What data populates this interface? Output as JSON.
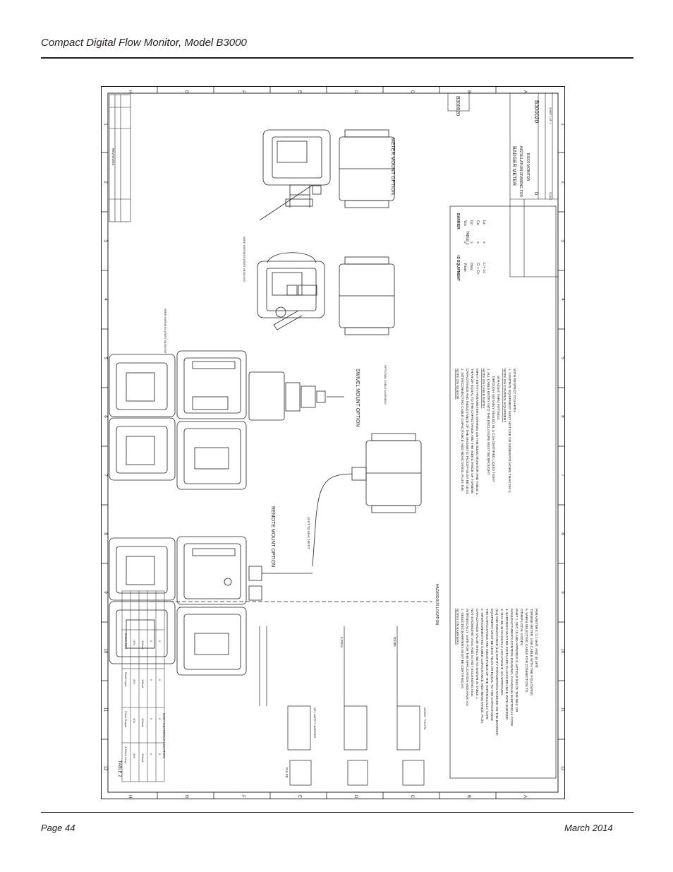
{
  "header": {
    "title": "Compact Digital Flow Monitor, Model B3000"
  },
  "footer": {
    "page": "Page 44",
    "date": "March 2014"
  },
  "drawing": {
    "border_letters": [
      "H",
      "G",
      "F",
      "E",
      "D",
      "C",
      "B",
      "A"
    ],
    "border_numbers": [
      "1",
      "2",
      "3",
      "4",
      "5",
      "6",
      "7",
      "8",
      "9",
      "10",
      "11",
      "12"
    ],
    "views": {
      "meter_mount": "METER MOUNT OPTION",
      "swivel_mount": "SWIVEL MOUNT OPTION",
      "remote_mount": "REMOTE MOUNT OPTION"
    },
    "callouts": {
      "wire_harness_1": "WIRE HARNESS (PART #B300XXT)",
      "wire_harness_2": "WIRE HARNESS (PART #B300XXT)",
      "optional_cable": "OPTIONAL CABLE ASSEMBLY",
      "remote_length": "10 FT TO MAX 100 FT",
      "hazardous": "HAZARDOUS LOCATION",
      "nonhazardous": "NON-HAZARDOUS LOCATION",
      "rs485": "RS485",
      "pulse": "PULSE",
      "current_loop": "4-20mA",
      "barrier": "MTL SAFETY BARRIER",
      "model": "MODEL 7764 PM"
    },
    "table2": {
      "title": "TABLE 2",
      "headers": [
        "4-20mA Loop",
        "Pulse Output",
        "Reset Input",
        "Enable Input"
      ],
      "rows": [
        [
          "30V",
          "30V",
          "30V",
          "30V"
        ],
        [
          "100mA",
          "100mA",
          "100mA",
          "100mA"
        ],
        [
          "0",
          "0",
          "0",
          "0"
        ],
        [
          "0",
          "0",
          "0",
          "0"
        ]
      ]
    },
    "table1": {
      "title": "TABLE 1",
      "is_equipment_label": "IS EQUIPMENT",
      "barrier_label": "BARRIER",
      "equipment": [
        "Vmax",
        "Imax",
        "Ci + Cc",
        "Li + Lc"
      ],
      "barrier": [
        "Voc",
        "Isc",
        "Ca",
        "La"
      ],
      "relations": [
        "≥",
        "≥",
        "≤",
        "≤"
      ]
    },
    "notes_barriers": {
      "title": "NOTES ON BARRIERS",
      "lines": [
        "1. SELECTED BARRIERS MUST BE CERTIFIED AS",
        "INTRINSICALLY SAFE FOR THE APPLICATION AND HAVE Voc",
        "NOT EXCEEDING Vmax AND Isc NOT EXCEEDING Imax",
        "CAPACITANCE VALUE SHALL BE AS SHOWN IN TABLE 1.",
        "2. INTERCONNECTING CABLE CAPACITANCE AND INDUCTANCE, PLUS",
        "THE CAPACITANCE AND INDUCTANCE OF THE INTRINSICALLY SAFE",
        "EQUIPMENT, MUST BE LESS THAN OR EQUAL TO THE CAPACITANCE",
        "(Ca) AND INDUCTANCE (La) ENTITY PARAMETERS MARKED ON THE BARRIER.",
        "3. MAY BE IN DIVISION 2 LOCATION IF SO APPROVED.",
        "4. BARRIERS MUST BE INSTALLED IN ACCORDANCE WITH BARRIER",
        "MANUFACTURER'S CONTROL DRAWING, CANADIAN ELECTRICAL CODE",
        "PART 1, SEC 18 AND APPENDIX F, ARTICLE 500 OF THE NEC OR",
        "OTHER LOCAL CODES.",
        "5. WHEN SELECTING CABLE FOR CONNECTION TO",
        "TURBINE METER, USE CABLE WITH THE FOLLOWING",
        "PARAMETERS: 0.2 uH/ft. AND 40 pF/ft."
      ]
    },
    "notes_sensor": {
      "title": "NOTE ON SENSOR",
      "lines": [
        "1. INTERCONNECTING CABLE CAPACITANCE AND INDUCTANCE, PLUS THE",
        "CAPACITANCE AND INDUCTANCE OF THE MAGNETIC PICKUP MUST BE LESS",
        "THAN OR EQUAL TO THE CAPACITANCE AND THE INDUCTANCE OF TURBINE",
        "INPUT ENTITY PARAMETERS MARKED ON THE B3000 MONITOR AND TABLE 2."
      ]
    },
    "notes_cable": {
      "title": "NOTE ON CABLE ENTRY",
      "lines": [
        "1. ALL CABLE ENTRY INTO THE ENCLOSURE MUST BE BROUGHT",
        "THROUGH SUITABLY SEALED UL & CSA CERTIFIED LIQUID TIGHT",
        "STRAIGHT THRU FITTINGS."
      ]
    },
    "notes_control": {
      "title": "NOTE ON CONTROL EQUIPMENT",
      "lines": [
        "1. CONTROL EQUIPMENT MUST NOT USE OR GENERATE MORE THAN 250 V,",
        "WITH RESPECT TO EARTH."
      ]
    },
    "title_block": {
      "company": "BADGER METER",
      "title_line1": "INSTALLATION DRAWING FOR",
      "title_line2": "B3000 MONITOR",
      "drawing_number": "B300020",
      "size": "D",
      "part_number": "B300020",
      "scale": "SCALE",
      "sheet": "SHEET 1 OF 1"
    },
    "revisions": {
      "title": "REVISIONS"
    }
  }
}
